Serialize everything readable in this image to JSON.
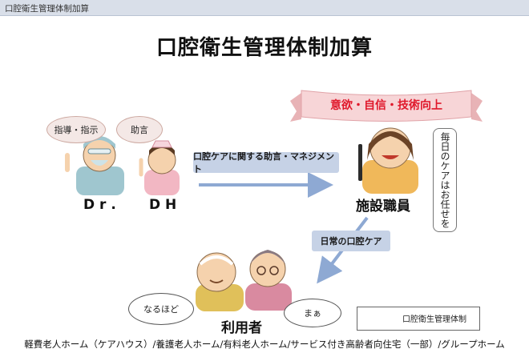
{
  "header": {
    "title": "口腔衛生管理体制加算"
  },
  "main": {
    "title": "口腔衛生管理体制加算"
  },
  "banner": {
    "text": "意欲・自信・技術向上",
    "color": "#e0182b"
  },
  "bubbles": {
    "instruction": "指導・指示",
    "advice": "助言"
  },
  "roles": {
    "doctor": "D r .",
    "hygienist": "D H",
    "staff": "施設職員",
    "user": "利用者"
  },
  "flows": {
    "advice_management": "口腔ケアに関する助言・マネジメント",
    "daily_care": "日常の口腔ケア"
  },
  "side_note": {
    "text": "毎日のケアはお任せを"
  },
  "speech": {
    "left": "なるほど",
    "right": "まぁ"
  },
  "legend": {
    "label": "口腔衛生管理体制"
  },
  "footer": {
    "text": "軽費老人ホーム（ケアハウス）/養護老人ホーム/有料老人ホーム/サービス付き高齢者向住宅（一部）/グループホーム"
  },
  "colors": {
    "arrow": "#8ea9d3",
    "label_box": "#c6d2e6",
    "header_bar": "#d9dfe9",
    "banner_ribbon": "#f7d5d7"
  }
}
